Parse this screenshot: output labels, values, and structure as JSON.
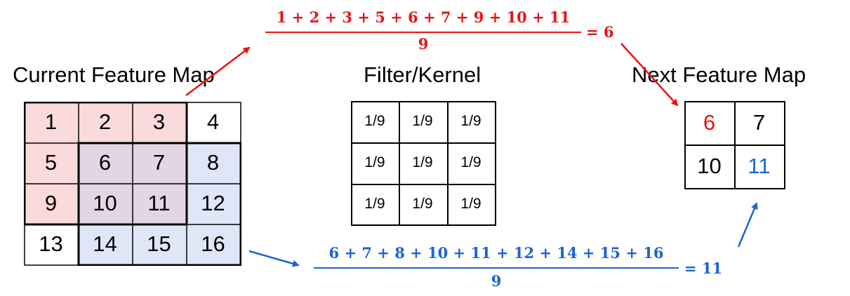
{
  "titles": {
    "current": "Current Feature Map",
    "kernel": "Filter/Kernel",
    "next": "Next Feature Map"
  },
  "feature_map": [
    [
      "1",
      "2",
      "3",
      "4"
    ],
    [
      "5",
      "6",
      "7",
      "8"
    ],
    [
      "9",
      "10",
      "11",
      "12"
    ],
    [
      "13",
      "14",
      "15",
      "16"
    ]
  ],
  "kernel": [
    [
      "1/9",
      "1/9",
      "1/9"
    ],
    [
      "1/9",
      "1/9",
      "1/9"
    ],
    [
      "1/9",
      "1/9",
      "1/9"
    ]
  ],
  "next_map": [
    [
      "6",
      "7"
    ],
    [
      "10",
      "11"
    ]
  ],
  "equations": {
    "top": {
      "numerator": "1 + 2 + 3 + 5 + 6 + 7 + 9 + 10 + 11",
      "denominator": "9",
      "result": "= 6"
    },
    "bottom": {
      "numerator": "6 + 7 + 8 + 10 + 11 + 12 + 14 + 15 + 16",
      "denominator": "9",
      "result": "= 11"
    }
  },
  "colors": {
    "red_region": "#fbdada",
    "overlap_region": "#e3d5e3",
    "blue_region": "#dfe6f7",
    "red_text": "#e61414",
    "blue_text": "#1a64d6"
  }
}
